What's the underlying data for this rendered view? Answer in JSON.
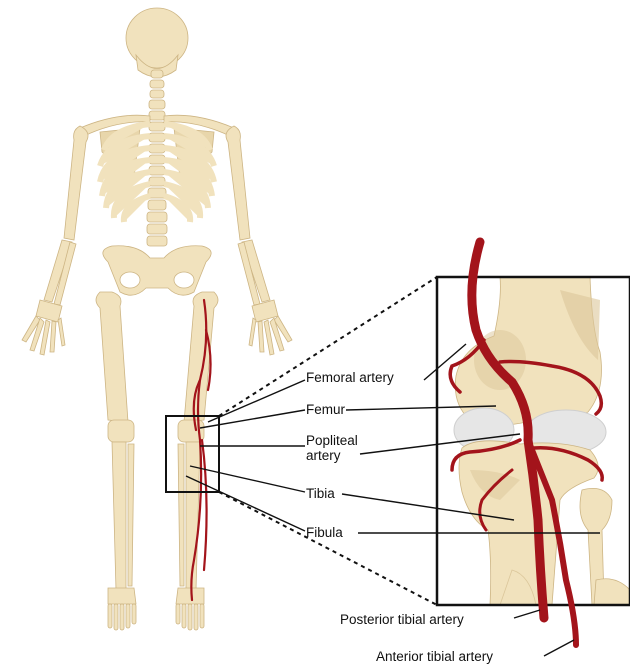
{
  "labels": {
    "femoral_artery": "Femoral artery",
    "femur": "Femur",
    "popliteal_artery_line1": "Popliteal",
    "popliteal_artery_line2": "artery",
    "tibia": "Tibia",
    "fibula": "Fibula",
    "posterior_tibial_artery": "Posterior tibial artery",
    "anterior_tibial_artery": "Anterior tibial artery"
  },
  "colors": {
    "bone": "#f1e2bd",
    "bone_shade": "#dcc69a",
    "bone_outline": "#cdb584",
    "cartilage": "#e6e6e6",
    "artery": "#a3141b",
    "artery_dark": "#7e0c12",
    "line": "#111111"
  }
}
